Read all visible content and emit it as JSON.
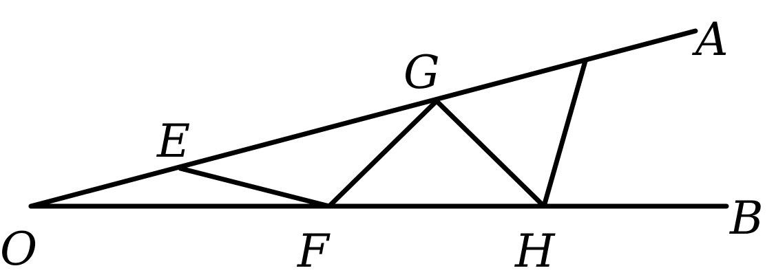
{
  "points": {
    "O": "O",
    "A": "A",
    "B": "B",
    "E": "E",
    "F": "F",
    "G": "G",
    "H": "H"
  }
}
